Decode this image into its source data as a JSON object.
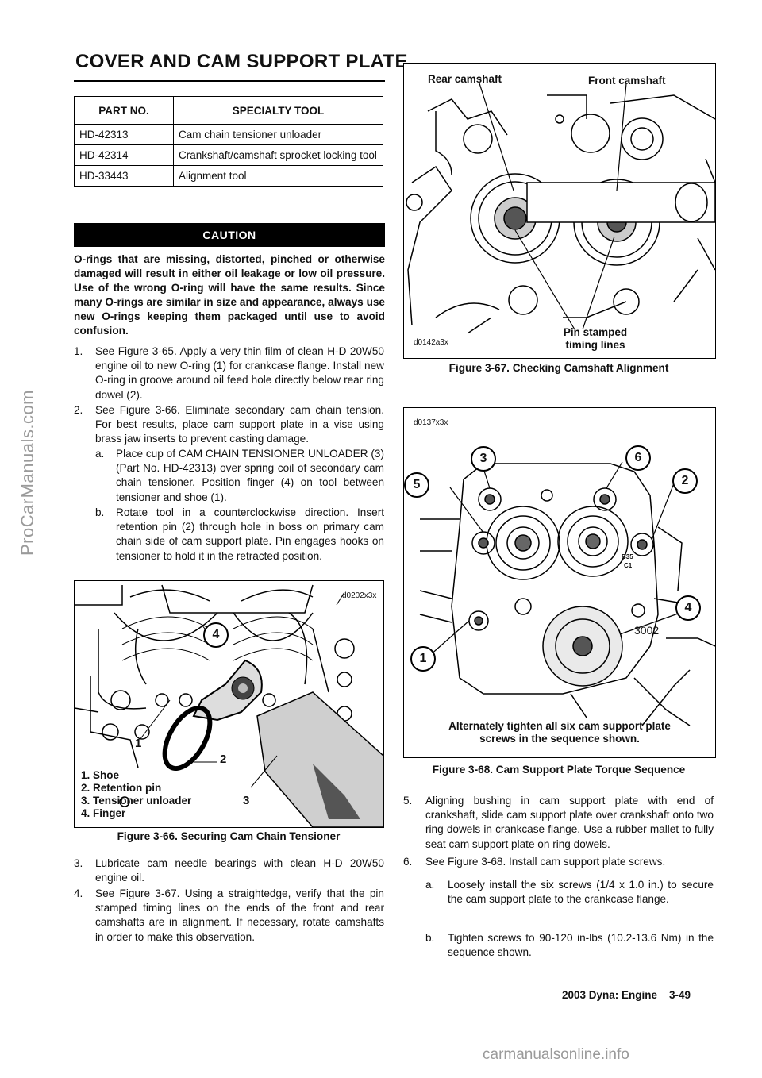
{
  "watermark_side": "ProCarManuals.com",
  "watermark_bottom": "carmanualsonline.info",
  "title": "COVER AND CAM SUPPORT PLATE",
  "tool_table": {
    "headers": [
      "PART NO.",
      "SPECIALTY TOOL"
    ],
    "rows": [
      {
        "part": "HD-42313",
        "tool": "Cam chain tensioner unloader"
      },
      {
        "part": "HD-42314",
        "tool": "Crankshaft/camshaft sprocket locking tool"
      },
      {
        "part": "HD-33443",
        "tool": "Alignment tool"
      }
    ]
  },
  "caution": {
    "label": "CAUTION",
    "text": "O-rings that are missing, distorted, pinched or otherwise damaged will result in either oil leakage or low oil pressure. Use of the wrong O-ring will have the same results. Since many O-rings are similar in size and appearance, always use new O-rings keeping them packaged until use to avoid confusion."
  },
  "steps_left": [
    {
      "num": "1.",
      "text": "See Figure 3-65. Apply a very thin film of clean H-D 20W50 engine oil to new O-ring (1) for crankcase flange. Install new O-ring in groove around oil feed hole directly below rear ring dowel (2)."
    },
    {
      "num": "2.",
      "text": "See Figure 3-66. Eliminate secondary cam chain tension. For best results, place cam support plate in a vise using brass jaw inserts to prevent casting damage."
    }
  ],
  "substeps_2": [
    {
      "num": "a.",
      "text": "Place cup of CAM CHAIN TENSIONER UNLOADER (3) (Part No. HD-42313) over spring coil of secondary cam chain tensioner. Position finger (4) on tool between tensioner and shoe (1)."
    },
    {
      "num": "b.",
      "text": "Rotate tool in a counterclockwise direction. Insert retention pin (2) through hole in boss on primary cam chain side of cam support plate. Pin engages hooks on tensioner to hold it in the retracted position."
    }
  ],
  "fig66": {
    "code": "d0202x3x",
    "callout_4": "4",
    "callout_1": "1",
    "callout_2": "2",
    "callout_3": "3",
    "legend": [
      "1.  Shoe",
      "2.  Retention pin",
      "3.  Tensioner unloader",
      "4.  Finger"
    ],
    "caption": "Figure 3-66. Securing Cam Chain Tensioner"
  },
  "steps_left_bottom": [
    {
      "num": "3.",
      "text": "Lubricate cam needle bearings with clean H-D 20W50 engine oil."
    },
    {
      "num": "4.",
      "text": "See Figure 3-67. Using a straightedge, verify that the pin stamped timing lines on the ends of the front and rear camshafts are in alignment. If necessary, rotate camshafts in order to make this observation."
    }
  ],
  "fig67": {
    "label_rear": "Rear camshaft",
    "label_front": "Front camshaft",
    "code": "d0142a3x",
    "label_pin_1": "Pin stamped",
    "label_pin_2": "timing lines",
    "caption": "Figure 3-67. Checking Camshaft Alignment"
  },
  "fig68": {
    "code": "d0137x3x",
    "callouts": [
      "3",
      "6",
      "5",
      "2",
      "4",
      "1"
    ],
    "stamp_a": "B35",
    "stamp_b": "C1",
    "stamp_c": "3002",
    "note_1": "Alternately tighten all six cam support plate",
    "note_2": "screws in the sequence shown.",
    "caption": "Figure 3-68. Cam Support Plate Torque Sequence"
  },
  "steps_right": [
    {
      "num": "5.",
      "text": "Aligning bushing in cam support plate with end of crankshaft, slide cam support plate over crankshaft onto two ring dowels in crankcase flange. Use a rubber mallet to fully seat cam support plate on ring dowels."
    },
    {
      "num": "6.",
      "text": "See Figure 3-68. Install cam support plate screws."
    }
  ],
  "substeps_6": [
    {
      "num": "a.",
      "text": "Loosely install the six screws (1/4 x 1.0 in.) to secure the cam support plate to the crankcase flange."
    },
    {
      "num": "b.",
      "text": "Tighten screws to 90-120 in-lbs (10.2-13.6 Nm) in the sequence shown."
    }
  ],
  "footer": "2003 Dyna: Engine    3-49"
}
